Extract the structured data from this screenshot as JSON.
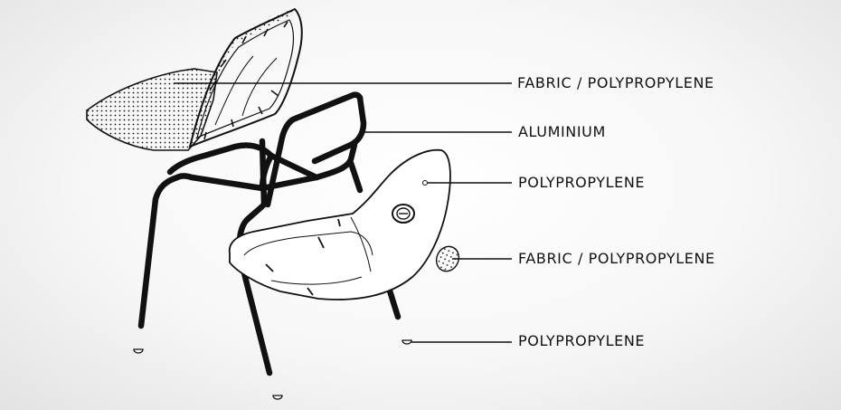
{
  "callouts": [
    {
      "id": "back-shell",
      "label": "FABRIC / POLYPROPYLENE"
    },
    {
      "id": "frame",
      "label": "ALUMINIUM"
    },
    {
      "id": "seat-shell",
      "label": "POLYPROPYLENE"
    },
    {
      "id": "back-patch",
      "label": "FABRIC / POLYPROPYLENE"
    },
    {
      "id": "glides",
      "label": "POLYPROPYLENE"
    }
  ],
  "colors": {
    "ink": "#111111",
    "background": "#f4f4f4"
  },
  "icons": [
    "exploded-chair-diagram"
  ]
}
